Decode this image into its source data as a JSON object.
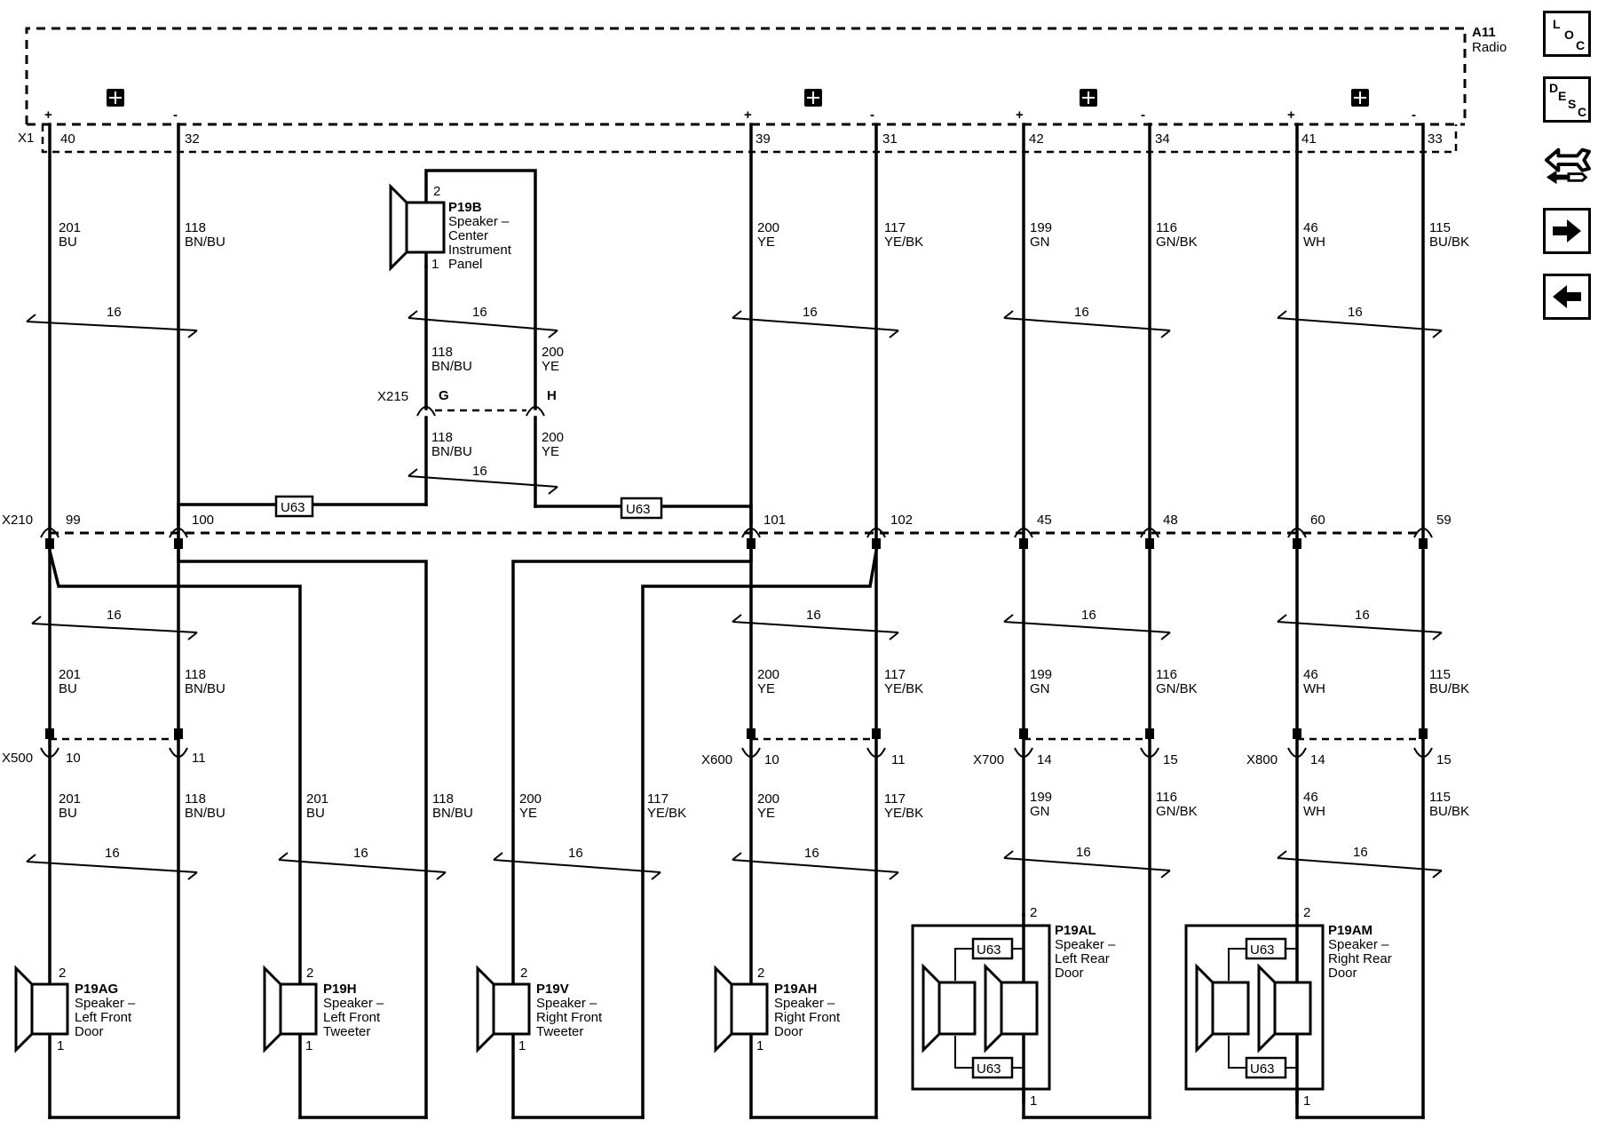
{
  "module": {
    "ref": "A11",
    "name": "Radio",
    "connector": "X1"
  },
  "radio_pins": [
    {
      "pos": "+",
      "neg": "-",
      "pin_pos": "40",
      "pin_neg": "32"
    },
    {
      "pos": "+",
      "neg": "-",
      "pin_pos": "39",
      "pin_neg": "31"
    },
    {
      "pos": "+",
      "neg": "-",
      "pin_pos": "42",
      "pin_neg": "34"
    },
    {
      "pos": "+",
      "neg": "-",
      "pin_pos": "41",
      "pin_neg": "33"
    }
  ],
  "top_wires": [
    {
      "circuit": "201",
      "color": "BU"
    },
    {
      "circuit": "118",
      "color": "BN/BU"
    },
    {
      "circuit": "200",
      "color": "YE"
    },
    {
      "circuit": "117",
      "color": "YE/BK"
    },
    {
      "circuit": "199",
      "color": "GN"
    },
    {
      "circuit": "116",
      "color": "GN/BK"
    },
    {
      "circuit": "46",
      "color": "WH"
    },
    {
      "circuit": "115",
      "color": "BU/BK"
    }
  ],
  "gauge": "16",
  "center_speaker": {
    "ref": "P19B",
    "line1": "Speaker –",
    "line2": "Center",
    "line3": "Instrument",
    "line4": "Panel",
    "pin_top": "2",
    "pin_bottom": "1"
  },
  "x215": {
    "name": "X215",
    "pin_a": "G",
    "pin_b": "H"
  },
  "center_wires": [
    {
      "circuit": "118",
      "color": "BN/BU"
    },
    {
      "circuit": "200",
      "color": "YE"
    },
    {
      "circuit": "118",
      "color": "BN/BU"
    },
    {
      "circuit": "200",
      "color": "YE"
    }
  ],
  "u63": "U63",
  "x210": {
    "name": "X210",
    "pins": [
      "99",
      "100",
      "101",
      "102",
      "45",
      "48",
      "60",
      "59"
    ]
  },
  "mid_wires": [
    {
      "circuit": "201",
      "color": "BU"
    },
    {
      "circuit": "118",
      "color": "BN/BU"
    },
    {
      "circuit": "200",
      "color": "YE"
    },
    {
      "circuit": "117",
      "color": "YE/BK"
    },
    {
      "circuit": "199",
      "color": "GN"
    },
    {
      "circuit": "116",
      "color": "GN/BK"
    },
    {
      "circuit": "46",
      "color": "WH"
    },
    {
      "circuit": "115",
      "color": "BU/BK"
    }
  ],
  "door_connectors": [
    {
      "name": "X500",
      "p1": "10",
      "p2": "11"
    },
    {
      "name": "X600",
      "p1": "10",
      "p2": "11"
    },
    {
      "name": "X700",
      "p1": "14",
      "p2": "15"
    },
    {
      "name": "X800",
      "p1": "14",
      "p2": "15"
    }
  ],
  "bottom_wires": [
    {
      "circuit": "201",
      "color": "BU"
    },
    {
      "circuit": "118",
      "color": "BN/BU"
    },
    {
      "circuit": "201",
      "color": "BU"
    },
    {
      "circuit": "118",
      "color": "BN/BU"
    },
    {
      "circuit": "200",
      "color": "YE"
    },
    {
      "circuit": "117",
      "color": "YE/BK"
    },
    {
      "circuit": "200",
      "color": "YE"
    },
    {
      "circuit": "117",
      "color": "YE/BK"
    },
    {
      "circuit": "199",
      "color": "GN"
    },
    {
      "circuit": "116",
      "color": "GN/BK"
    },
    {
      "circuit": "46",
      "color": "WH"
    },
    {
      "circuit": "115",
      "color": "BU/BK"
    }
  ],
  "speakers": [
    {
      "ref": "P19AG",
      "line1": "Speaker –",
      "line2": "Left Front",
      "line3": "Door",
      "pin_top": "2",
      "pin_bottom": "1"
    },
    {
      "ref": "P19H",
      "line1": "Speaker –",
      "line2": "Left Front",
      "line3": "Tweeter",
      "pin_top": "2",
      "pin_bottom": "1"
    },
    {
      "ref": "P19V",
      "line1": "Speaker –",
      "line2": "Right Front",
      "line3": "Tweeter",
      "pin_top": "2",
      "pin_bottom": "1"
    },
    {
      "ref": "P19AH",
      "line1": "Speaker –",
      "line2": "Right Front",
      "line3": "Door",
      "pin_top": "2",
      "pin_bottom": "1"
    },
    {
      "ref": "P19AL",
      "line1": "Speaker –",
      "line2": "Left Rear",
      "line3": "Door",
      "pin_top": "2",
      "pin_bottom": "1"
    },
    {
      "ref": "P19AM",
      "line1": "Speaker –",
      "line2": "Right Rear",
      "line3": "Door",
      "pin_top": "2",
      "pin_bottom": "1"
    }
  ],
  "sidebar": {
    "loc": {
      "l1": "L",
      "l2": "O",
      "l3": "C"
    },
    "desc": {
      "l1": "D",
      "l2": "E",
      "l3": "S",
      "l4": "C"
    },
    "icons": [
      "locator-icon",
      "description-icon",
      "connector-tool-icon",
      "next-arrow-icon",
      "previous-arrow-icon"
    ]
  }
}
